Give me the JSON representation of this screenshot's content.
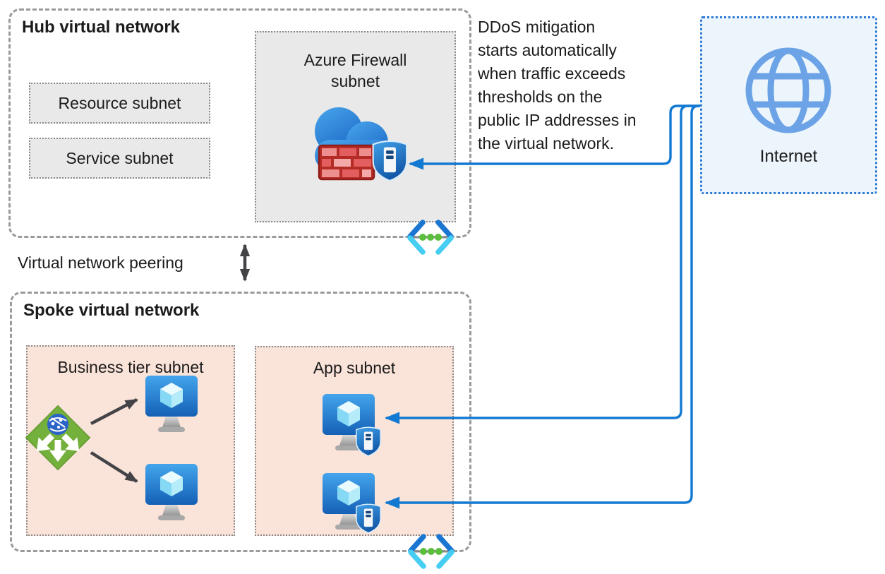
{
  "hub": {
    "title": "Hub virtual network",
    "subnets": {
      "resource": "Resource subnet",
      "service": "Service subnet",
      "firewall": "Azure Firewall subnet"
    }
  },
  "spoke": {
    "title": "Spoke virtual network",
    "subnets": {
      "business": "Business tier subnet",
      "app": "App subnet"
    }
  },
  "labels": {
    "peering": "Virtual network peering",
    "internet": "Internet"
  },
  "ddos_note_lines": [
    "DDoS mitigation",
    "starts automatically",
    "when traffic exceeds",
    "thresholds on the",
    "public IP addresses in",
    "the virtual network."
  ],
  "icons": {
    "firewall": "azure-firewall-icon",
    "internet": "internet-globe-icon",
    "load_balancer": "load-balancer-icon",
    "vm": "virtual-machine-icon",
    "vm_shield": "endpoint-shield-icon",
    "peering": "vnet-peering-icon"
  },
  "colors": {
    "text": "#1b1b1b",
    "connector_blue": "#1279d2",
    "arrow_dark": "#434347",
    "border_dashed": "#9a9a9a",
    "subnet_border": "#8a8a8a",
    "subnet_gray_fill": "#e9e9e9",
    "subnet_peach_fill": "#fae3d9",
    "internet_fill": "#edf5fc",
    "internet_border": "#2d7ad3",
    "globe_blue": "#6ba3e6",
    "peering_dark_blue": "#1b76d2",
    "peering_cyan": "#45cdf2",
    "peering_green": "#5cbe3d",
    "lb_green": "#74b03c"
  }
}
